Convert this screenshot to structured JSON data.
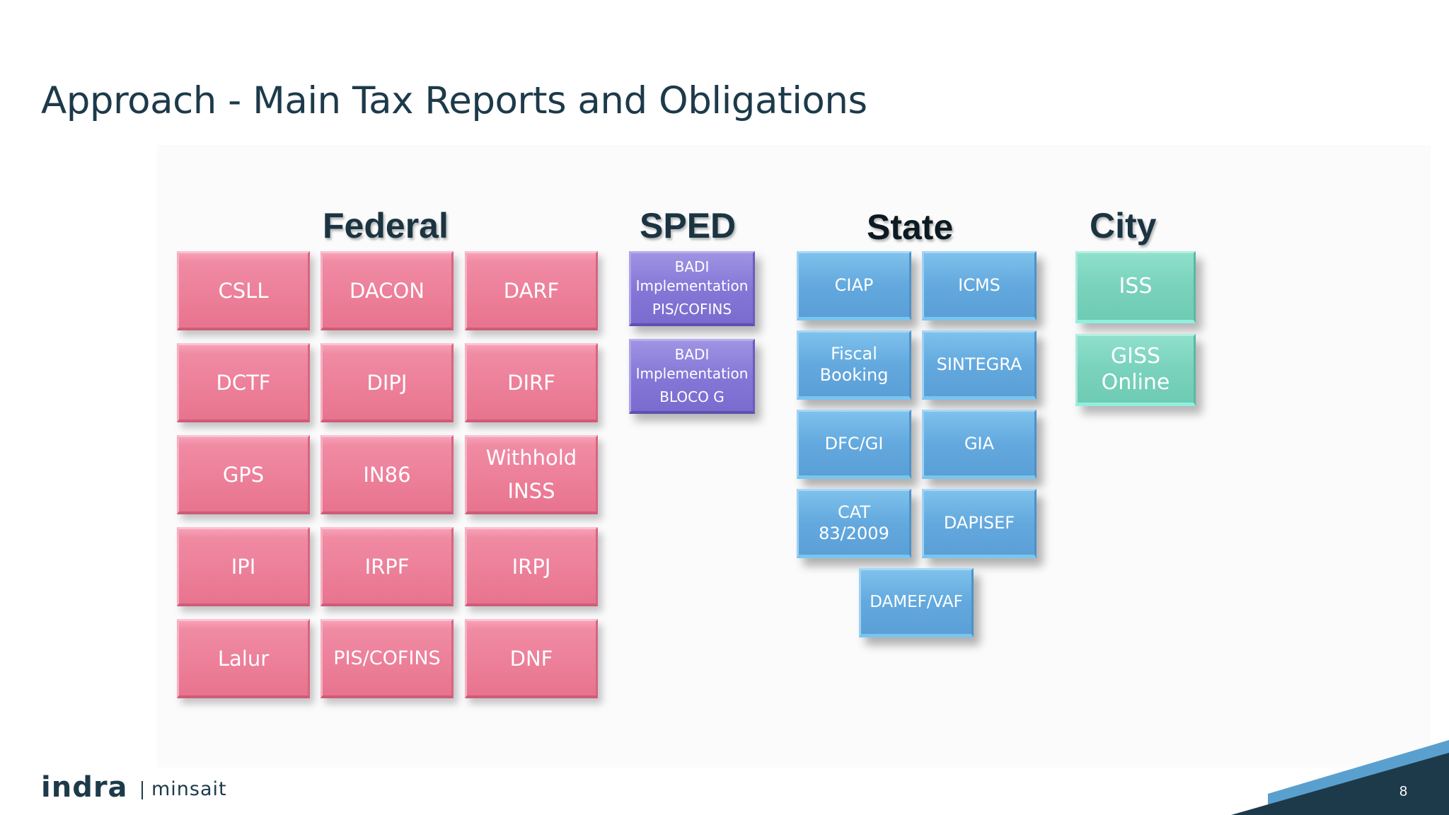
{
  "slide": {
    "title": "Approach - Main Tax Reports and Obligations",
    "page_number": "8"
  },
  "groups": {
    "federal": {
      "heading": "Federal",
      "items": [
        "CSLL",
        "DACON",
        "DARF",
        "DCTF",
        "DIPJ",
        "DIRF",
        "GPS",
        "IN86",
        "Withhold INSS",
        "IPI",
        "IRPF",
        "IRPJ",
        "Lalur",
        "PIS/COFINS",
        "DNF"
      ]
    },
    "sped": {
      "heading": "SPED",
      "items": [
        {
          "line1": "BADI",
          "line2": "Implementation",
          "line3": "PIS/COFINS"
        },
        {
          "line1": "BADI",
          "line2": "Implementation",
          "line3": "BLOCO G"
        }
      ]
    },
    "state": {
      "heading": "State",
      "items": [
        {
          "line1": "CIAP"
        },
        {
          "line1": "ICMS"
        },
        {
          "line1": "Fiscal",
          "line2": "Booking"
        },
        {
          "line1": "SINTEGRA"
        },
        {
          "line1": "DFC/GI"
        },
        {
          "line1": "GIA"
        },
        {
          "line1": "CAT",
          "line2": "83/2009"
        },
        {
          "line1": "DAPISEF"
        },
        {
          "line1": "DAMEF/VAF"
        }
      ]
    },
    "city": {
      "heading": "City",
      "items": [
        {
          "line1": "ISS"
        },
        {
          "line1": "GISS",
          "line2": "Online"
        }
      ]
    }
  },
  "branding": {
    "logo_primary": "indra",
    "logo_secondary": "minsait"
  },
  "colors": {
    "title": "#1d3a4a",
    "federal": "#ec7e98",
    "sped": "#8577d7",
    "state": "#63a9de",
    "city": "#79d2bc",
    "corner_dark": "#1d3a4a",
    "corner_light": "#5aa0cf"
  }
}
